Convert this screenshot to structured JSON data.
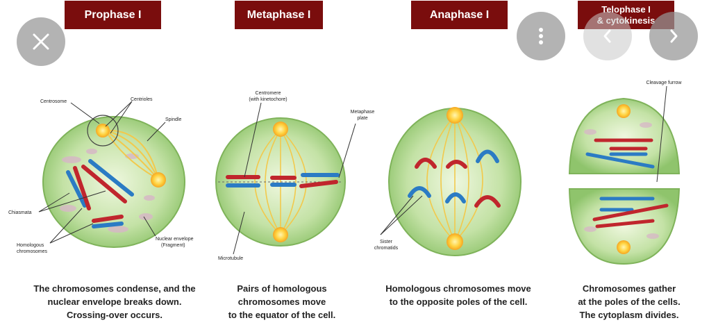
{
  "phases": [
    {
      "title": "Prophase I",
      "caption": [
        "The chromosomes condense, and the",
        "nuclear envelope breaks down.",
        "Crossing-over occurs."
      ]
    },
    {
      "title": "Metaphase I",
      "caption": [
        "Pairs of homologous",
        "chromosomes move",
        "to the equator of the cell."
      ]
    },
    {
      "title": "Anaphase I",
      "caption": [
        "Homologous chromosomes move",
        "to the opposite poles of the cell."
      ]
    },
    {
      "title_lines": [
        "Telophase I",
        "& cytokinesis"
      ],
      "caption": [
        "Chromosomes gather",
        "at the poles of the cells.",
        "The cytoplasm divides."
      ]
    }
  ],
  "labels": {
    "centrosome": "Centrosome",
    "centrioles": "Centrioles",
    "spindle": "Spindle",
    "chiasmata": "Chiasmata",
    "homologous_1": "Homologous",
    "homologous_2": "chromosomes",
    "nuclear_env_1": "Nuclear envelope",
    "nuclear_env_2": "(Fragment)",
    "centromere_1": "Centromere",
    "centromere_2": "(with kinetochore)",
    "metaphase_plate_1": "Metaphase",
    "metaphase_plate_2": "plate",
    "microtubule": "Microtubule",
    "sister_1": "Sister",
    "sister_2": "chromatids",
    "cleavage_furrow": "Cleavage furrow"
  },
  "viewer_controls": {
    "close_icon": "close-icon",
    "more_icon": "more-icon",
    "prev_icon": "chevron-left-icon",
    "next_icon": "chevron-right-icon"
  },
  "colors": {
    "title_bg": "#7a0d0d",
    "cell_fill": "#a8d08a",
    "spindle": "#f2c94c",
    "chromosome_red": "#c0262d",
    "chromosome_blue": "#2b7bc4",
    "centrosome": "#ffd23f"
  }
}
